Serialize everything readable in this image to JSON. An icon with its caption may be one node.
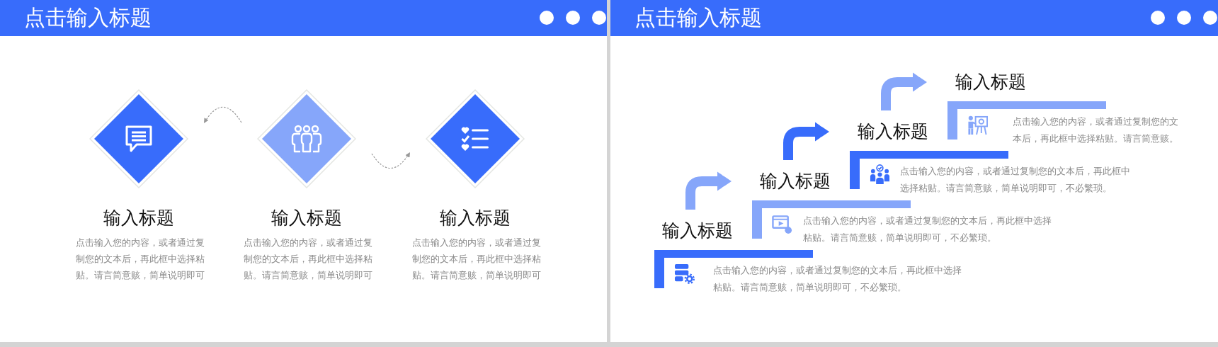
{
  "diagram": {
    "nodes": [
      {
        "text": [
          "点击输入标题"
        ]
      },
      {
        "text": [
          "输入标题",
          "点击输入您的内容，或者通过复制您的文本后，再此框中选择粘贴。请言简意赅，简单说明即可"
        ],
        "in": 0
      },
      {
        "text": [
          "输入标题",
          "点击输入您的内容，或者通过复制您的文本后，再此框中选择粘贴。请言简意赅，简单说明即可"
        ],
        "in": 0
      },
      {
        "text": [
          "输入标题",
          "点击输入您的内容，或者通过复制您的文本后，再此框中选择粘贴。请言简意赅，简单说明即可"
        ],
        "in": 0
      },
      {
        "text": [
          "点击输入标题"
        ]
      },
      {
        "text": [
          "输入标题",
          "点击输入您的内容，或者通过复制您的文本后，再此框中选择粘贴。请言简意赅，简单说明即可，不必繁琐。"
        ],
        "in": 4
      },
      {
        "text": [
          "输入标题",
          "点击输入您的内容，或者通过复制您的文本后，再此框中选择粘贴。请言简意赅，简单说明即可，不必繁琐。"
        ],
        "in": 4
      },
      {
        "text": [
          "输入标题",
          "点击输入您的内容，或者通过复制您的文本后，再此框中选择粘贴。请言简意赅，简单说明即可，不必繁琐。"
        ],
        "in": 4
      },
      {
        "text": [
          "输入标题",
          "点击输入您的内容，或者通过复制您的文本后，再此框中选择粘贴。请言简意赅。"
        ],
        "in": 4
      }
    ],
    "edges": [
      {
        "from": 2,
        "to": 1,
        "arrow": "to",
        "style": "dashed",
        "color": "#999999"
      },
      {
        "from": 2,
        "to": 3,
        "arrow": "to",
        "style": "dashed",
        "color": "#999999"
      },
      {
        "from": 5,
        "to": 6,
        "arrow": "to",
        "color": "#86a6fa"
      },
      {
        "from": 6,
        "to": 7,
        "arrow": "to",
        "color": "#386cfb"
      },
      {
        "from": 7,
        "to": 8,
        "arrow": "to",
        "color": "#86a6fa"
      }
    ]
  }
}
